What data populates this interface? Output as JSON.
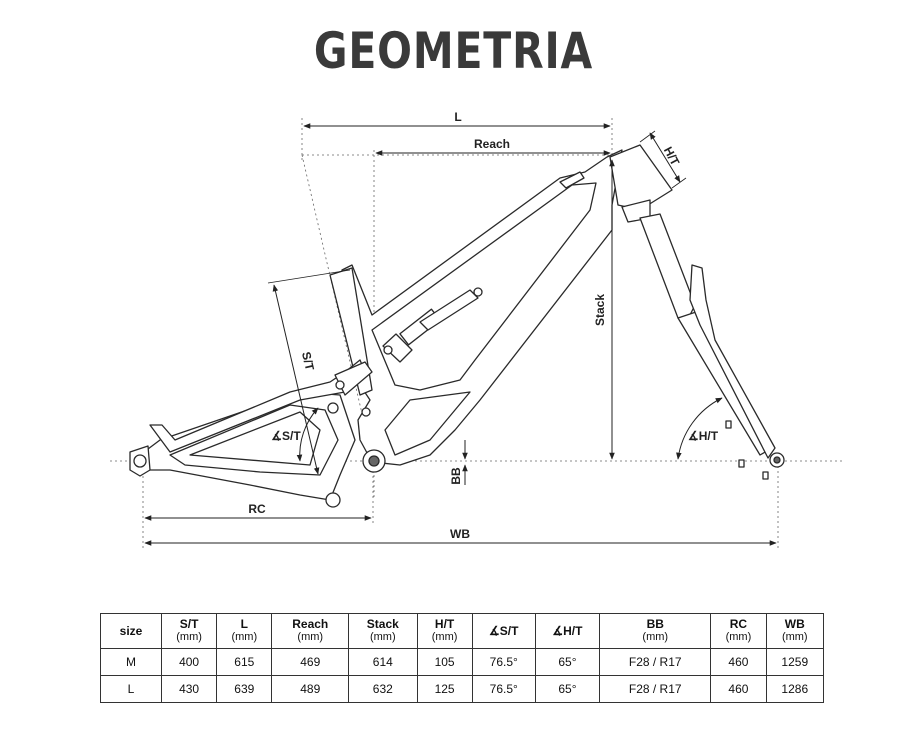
{
  "title": "GEOMETRIA",
  "labels": {
    "L": "L",
    "reach": "Reach",
    "ht": "H/T",
    "stack": "Stack",
    "st": "S/T",
    "st_angle": "∡S/T",
    "ht_angle": "∡H/T",
    "bb": "BB",
    "rc": "RC",
    "wb": "WB"
  },
  "table": {
    "columns": [
      {
        "name": "size",
        "unit": ""
      },
      {
        "name": "S/T",
        "unit": "(mm)"
      },
      {
        "name": "L",
        "unit": "(mm)"
      },
      {
        "name": "Reach",
        "unit": "(mm)"
      },
      {
        "name": "Stack",
        "unit": "(mm)"
      },
      {
        "name": "H/T",
        "unit": "(mm)"
      },
      {
        "name": "∡S/T",
        "unit": ""
      },
      {
        "name": "∡H/T",
        "unit": ""
      },
      {
        "name": "BB",
        "unit": "(mm)"
      },
      {
        "name": "RC",
        "unit": "(mm)"
      },
      {
        "name": "WB",
        "unit": "(mm)"
      }
    ],
    "rows": [
      [
        "M",
        "400",
        "615",
        "469",
        "614",
        "105",
        "76.5°",
        "65°",
        "F28 / R17",
        "460",
        "1259"
      ],
      [
        "L",
        "430",
        "639",
        "489",
        "632",
        "125",
        "76.5°",
        "65°",
        "F28 / R17",
        "460",
        "1286"
      ]
    ]
  }
}
